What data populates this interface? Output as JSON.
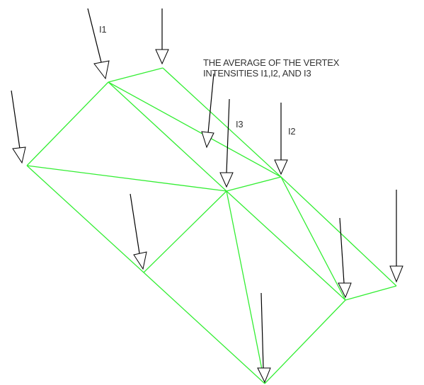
{
  "annotation": {
    "line1": "THE AVERAGE OF THE VERTEX",
    "line2": "INTENSITIES I1,I2, AND I3"
  },
  "labels": {
    "i1": "I1",
    "i2": "I2",
    "i3": "I3"
  },
  "colors": {
    "mesh": "#33ee33",
    "arrows": "#000000",
    "text": "#333333"
  }
}
